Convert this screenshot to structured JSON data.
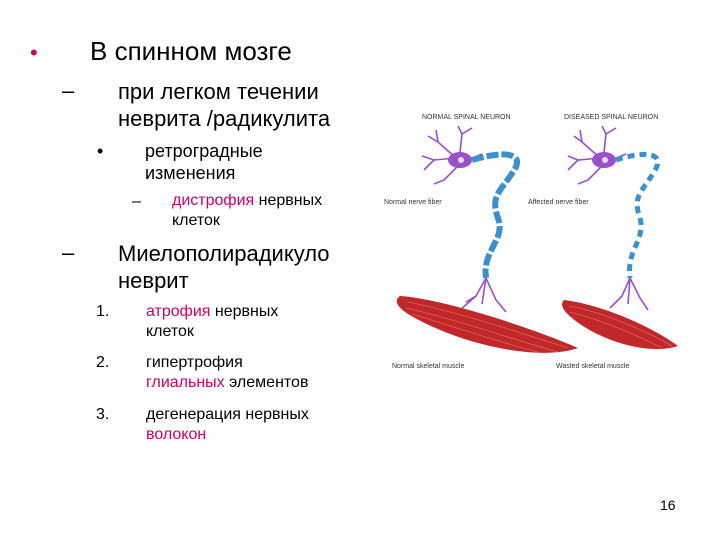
{
  "slide": {
    "title": "В спинном мозге",
    "bullet_l1": "•",
    "sub1": {
      "marker": "–",
      "line1": "при легком течении",
      "line2": "неврита /радикулита",
      "item": {
        "marker": "•",
        "line1": "ретроградные",
        "line2": "изменения",
        "sub": {
          "marker": "–",
          "hl": "дистрофия",
          "rest": " нервных",
          "line2": "клеток"
        }
      }
    },
    "sub2": {
      "marker": "–",
      "line1": "Миелополирадикуло",
      "line2": "неврит",
      "list": [
        {
          "num": "1.",
          "hl": "атрофия",
          "rest": " нервных",
          "line2": "клеток"
        },
        {
          "num": "2.",
          "line1": "гипертрофия",
          "hl": "глиальных",
          "rest2": " элементов"
        },
        {
          "num": "3.",
          "line1": "дегенерация нервных",
          "hl2": "волокон"
        }
      ]
    },
    "page_number": "16"
  },
  "figure": {
    "label_normal_neuron": "NORMAL SPINAL NEURON",
    "label_diseased_neuron": "DISEASED SPINAL NEURON",
    "label_normal_fiber": "Normal nerve fiber",
    "label_affected_fiber": "Affected nerve fiber",
    "label_normal_muscle": "Normal skeletal muscle",
    "label_wasted_muscle": "Wasted skeletal muscle",
    "colors": {
      "neuron": "#9b4fc9",
      "fiber": "#3a8fd0",
      "muscle": "#c0282a",
      "accent": "#cc0066"
    }
  }
}
